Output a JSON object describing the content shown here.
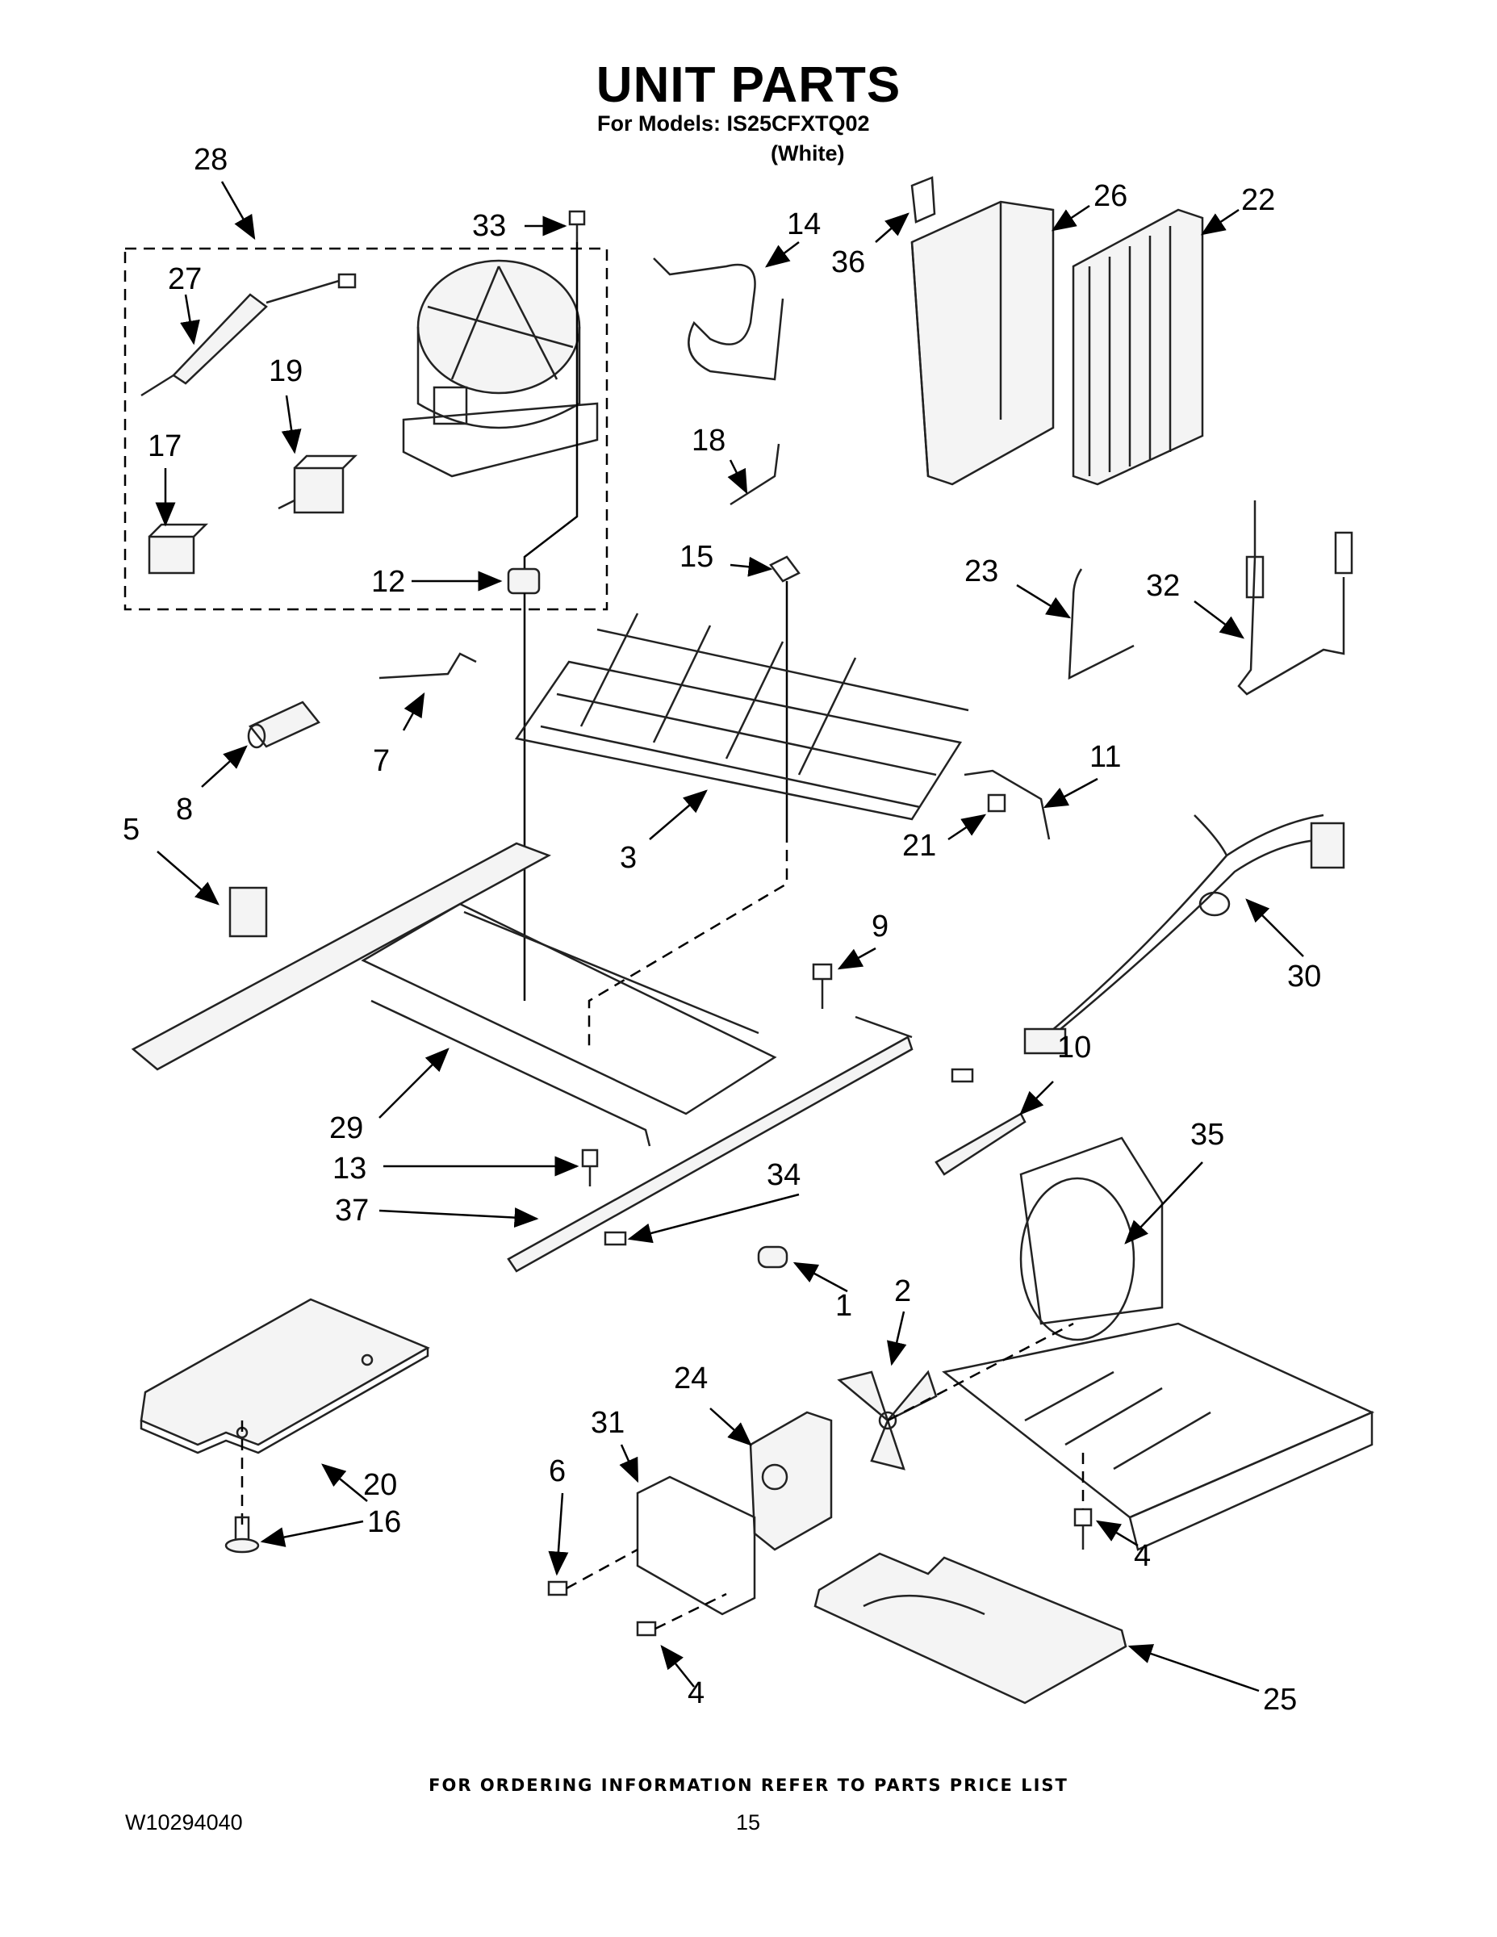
{
  "title": "UNIT PARTS",
  "subtitle": "For Models: IS25CFXTQ02",
  "subtitle_variant": "(White)",
  "footer_note": "FOR ORDERING INFORMATION REFER TO PARTS PRICE LIST",
  "document_number": "W10294040",
  "page_number": "15",
  "callouts": [
    "28",
    "33",
    "27",
    "19",
    "17",
    "12",
    "14",
    "36",
    "26",
    "22",
    "18",
    "15",
    "23",
    "32",
    "7",
    "8",
    "5",
    "3",
    "11",
    "21",
    "30",
    "9",
    "29",
    "10",
    "13",
    "35",
    "34",
    "37",
    "1",
    "2",
    "24",
    "31",
    "6",
    "20",
    "16",
    "4",
    "4",
    "25"
  ]
}
